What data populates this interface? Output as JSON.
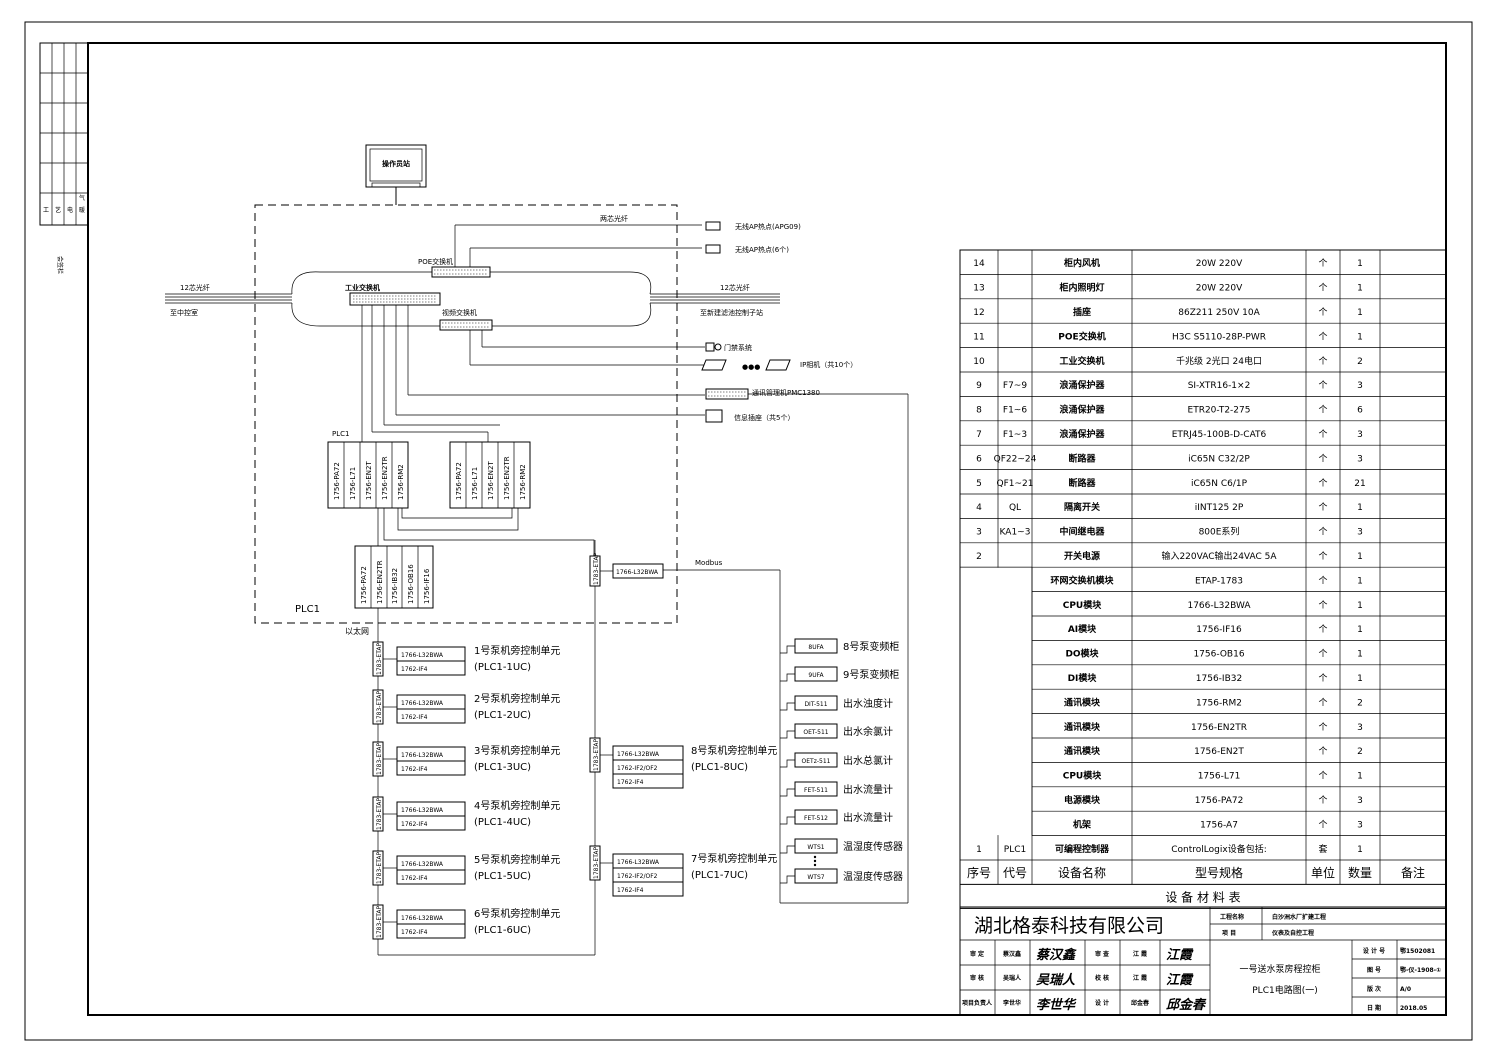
{
  "operator_station": "操作员站",
  "fiber_left": {
    "label": "12芯光纤",
    "dest": "至中控室"
  },
  "fiber_right": {
    "label": "12芯光纤",
    "dest": "至新建滤池控制子站"
  },
  "fiber_top": "两芯光纤",
  "poe_switch": "POE交换机",
  "industrial_switch": "工业交换机",
  "video_switch": "视频交换机",
  "ap1": "无线AP热点(APG09)",
  "ap2": "无线AP热点(6个)",
  "door_system": "门禁系统",
  "ip_camera": "IP相机（共10个）",
  "ellipsis": "●●●",
  "comm_manager": "通讯管理机PMC1380",
  "info_socket": "信息插座（共5个）",
  "plc1_top": "PLC1",
  "plc1_bottom": "PLC1",
  "ethernet": "以太网",
  "modbus": "Modbus",
  "etap": "1783-ETAP",
  "rack1": [
    "1756-PA72",
    "1756-L71",
    "1756-EN2T",
    "1756-EN2TR",
    "1756-RM2"
  ],
  "rack2": [
    "1756-PA72",
    "1756-L71",
    "1756-EN2T",
    "1756-EN2TR",
    "1756-RM2"
  ],
  "rack3": [
    "1756-PA72",
    "1756-EN2TR",
    "1756-IB32",
    "1756-OB16",
    "1756-IF16"
  ],
  "modbus_cpu": "1766-L32BWA",
  "left_units": [
    {
      "m1": "1766-L32BWA",
      "m2": "1762-IF4",
      "name": "1号泵机旁控制单元",
      "code": "(PLC1-1UC)"
    },
    {
      "m1": "1766-L32BWA",
      "m2": "1762-IF4",
      "name": "2号泵机旁控制单元",
      "code": "(PLC1-2UC)"
    },
    {
      "m1": "1766-L32BWA",
      "m2": "1762-IF4",
      "name": "3号泵机旁控制单元",
      "code": "(PLC1-3UC)"
    },
    {
      "m1": "1766-L32BWA",
      "m2": "1762-IF4",
      "name": "4号泵机旁控制单元",
      "code": "(PLC1-4UC)"
    },
    {
      "m1": "1766-L32BWA",
      "m2": "1762-IF4",
      "name": "5号泵机旁控制单元",
      "code": "(PLC1-5UC)"
    },
    {
      "m1": "1766-L32BWA",
      "m2": "1762-IF4",
      "name": "6号泵机旁控制单元",
      "code": "(PLC1-6UC)"
    }
  ],
  "mid_units": [
    {
      "m1": "1766-L32BWA",
      "m2": "1762-IF2/OF2",
      "m3": "1762-IF4",
      "name": "8号泵机旁控制单元",
      "code": "(PLC1-8UC)"
    },
    {
      "m1": "1766-L32BWA",
      "m2": "1762-IF2/OF2",
      "m3": "1762-IF4",
      "name": "7号泵机旁控制单元",
      "code": "(PLC1-7UC)"
    }
  ],
  "devices": [
    {
      "tag": "8UFA",
      "name": "8号泵变频柜"
    },
    {
      "tag": "9UFA",
      "name": "9号泵变频柜"
    },
    {
      "tag": "DIT-511",
      "name": "出水浊度计"
    },
    {
      "tag": "OET-511",
      "name": "出水余氯计"
    },
    {
      "tag": "OETz-511",
      "name": "出水总氯计"
    },
    {
      "tag": "FET-511",
      "name": "出水流量计"
    },
    {
      "tag": "FET-512",
      "name": "出水流量计"
    },
    {
      "tag": "WTS1",
      "name": "温湿度传感器"
    },
    {
      "tag": "WTS7",
      "name": "温湿度传感器"
    }
  ],
  "bom_rows": [
    {
      "no": "14",
      "code": "",
      "name": "柜内风机",
      "model": "20W 220V",
      "unit": "个",
      "qty": "1",
      "note": ""
    },
    {
      "no": "13",
      "code": "",
      "name": "柜内照明灯",
      "model": "20W 220V",
      "unit": "个",
      "qty": "1",
      "note": ""
    },
    {
      "no": "12",
      "code": "",
      "name": "插座",
      "model": "86Z211 250V 10A",
      "unit": "个",
      "qty": "1",
      "note": ""
    },
    {
      "no": "11",
      "code": "",
      "name": "POE交换机",
      "model": "H3C S5110-28P-PWR",
      "unit": "个",
      "qty": "1",
      "note": ""
    },
    {
      "no": "10",
      "code": "",
      "name": "工业交换机",
      "model": "千兆级 2光口 24电口",
      "unit": "个",
      "qty": "2",
      "note": ""
    },
    {
      "no": "9",
      "code": "F7~9",
      "name": "浪涌保护器",
      "model": "SI-XTR16-1×2",
      "unit": "个",
      "qty": "3",
      "note": ""
    },
    {
      "no": "8",
      "code": "F1~6",
      "name": "浪涌保护器",
      "model": "ETR20-T2-275",
      "unit": "个",
      "qty": "6",
      "note": ""
    },
    {
      "no": "7",
      "code": "F1~3",
      "name": "浪涌保护器",
      "model": "ETRJ45-100B-D-CAT6",
      "unit": "个",
      "qty": "3",
      "note": ""
    },
    {
      "no": "6",
      "code": "QF22~24",
      "name": "断路器",
      "model": "iC65N C32/2P",
      "unit": "个",
      "qty": "3",
      "note": ""
    },
    {
      "no": "5",
      "code": "QF1~21",
      "name": "断路器",
      "model": "iC65N C6/1P",
      "unit": "个",
      "qty": "21",
      "note": ""
    },
    {
      "no": "4",
      "code": "QL",
      "name": "隔离开关",
      "model": "iINT125 2P",
      "unit": "个",
      "qty": "1",
      "note": ""
    },
    {
      "no": "3",
      "code": "KA1~3",
      "name": "中间继电器",
      "model": "800E系列",
      "unit": "个",
      "qty": "3",
      "note": ""
    },
    {
      "no": "2",
      "code": "",
      "name": "开关电源",
      "model": "输入220VAC输出24VAC 5A",
      "unit": "个",
      "qty": "1",
      "note": ""
    },
    {
      "no": "",
      "code": "",
      "name": "环网交换机模块",
      "model": "ETAP-1783",
      "unit": "个",
      "qty": "1",
      "note": ""
    },
    {
      "no": "",
      "code": "",
      "name": "CPU模块",
      "model": "1766-L32BWA",
      "unit": "个",
      "qty": "1",
      "note": ""
    },
    {
      "no": "",
      "code": "",
      "name": "AI模块",
      "model": "1756-IF16",
      "unit": "个",
      "qty": "1",
      "note": ""
    },
    {
      "no": "",
      "code": "",
      "name": "DO模块",
      "model": "1756-OB16",
      "unit": "个",
      "qty": "1",
      "note": ""
    },
    {
      "no": "",
      "code": "",
      "name": "DI模块",
      "model": "1756-IB32",
      "unit": "个",
      "qty": "1",
      "note": ""
    },
    {
      "no": "",
      "code": "",
      "name": "通讯模块",
      "model": "1756-RM2",
      "unit": "个",
      "qty": "2",
      "note": ""
    },
    {
      "no": "",
      "code": "",
      "name": "通讯模块",
      "model": "1756-EN2TR",
      "unit": "个",
      "qty": "3",
      "note": ""
    },
    {
      "no": "",
      "code": "",
      "name": "通讯模块",
      "model": "1756-EN2T",
      "unit": "个",
      "qty": "2",
      "note": ""
    },
    {
      "no": "",
      "code": "",
      "name": "CPU模块",
      "model": "1756-L71",
      "unit": "个",
      "qty": "1",
      "note": ""
    },
    {
      "no": "",
      "code": "",
      "name": "电源模块",
      "model": "1756-PA72",
      "unit": "个",
      "qty": "3",
      "note": ""
    },
    {
      "no": "",
      "code": "",
      "name": "机架",
      "model": "1756-A7",
      "unit": "个",
      "qty": "3",
      "note": ""
    },
    {
      "no": "1",
      "code": "PLC1",
      "name": "可编程控制器",
      "model": "ControlLogix设备包括:",
      "unit": "套",
      "qty": "1",
      "note": ""
    }
  ],
  "bom_header": {
    "no": "序号",
    "code": "代号",
    "name": "设备名称",
    "model": "型号规格",
    "unit": "单位",
    "qty": "数量",
    "note": "备注"
  },
  "bom_title": "设 备 材 料 表",
  "company": "湖北格泰科技有限公司",
  "project_label": "工程名称",
  "project_value": "白沙洲水厂扩建工程",
  "item_label": "项 目",
  "item_value": "仪表及自控工程",
  "drawing_title_1": "一号送水泵房程控柜",
  "drawing_title_2": "PLC1电路图(一)",
  "sign_rows": [
    {
      "r1": "审 定",
      "n1": "蔡汉鑫",
      "r2": "审 查",
      "n2": "江 霞"
    },
    {
      "r1": "审 核",
      "n1": "吴瑞人",
      "r2": "校 核",
      "n2": "江 霞"
    },
    {
      "r1": "项目负责人",
      "n1": "李世华",
      "r2": "设 计",
      "n2": "邱金春"
    }
  ],
  "signatures": [
    "蔡汉鑫",
    "江霞",
    "吴瑞人",
    "江霞",
    "李世华",
    "邱金春"
  ],
  "info_rows": [
    {
      "k": "设 计 号",
      "v": "鄂1502081"
    },
    {
      "k": "图 号",
      "v": "鄂-仪-1908-①"
    },
    {
      "k": "版 次",
      "v": "A/0"
    },
    {
      "k": "日 期",
      "v": "2018.05"
    }
  ],
  "margin_labels": [
    "工",
    "艺",
    "电",
    "气",
    "暖"
  ],
  "margin_left_title": "会签栏",
  "colors": {
    "ink": "#000000",
    "paper": "#ffffff"
  }
}
